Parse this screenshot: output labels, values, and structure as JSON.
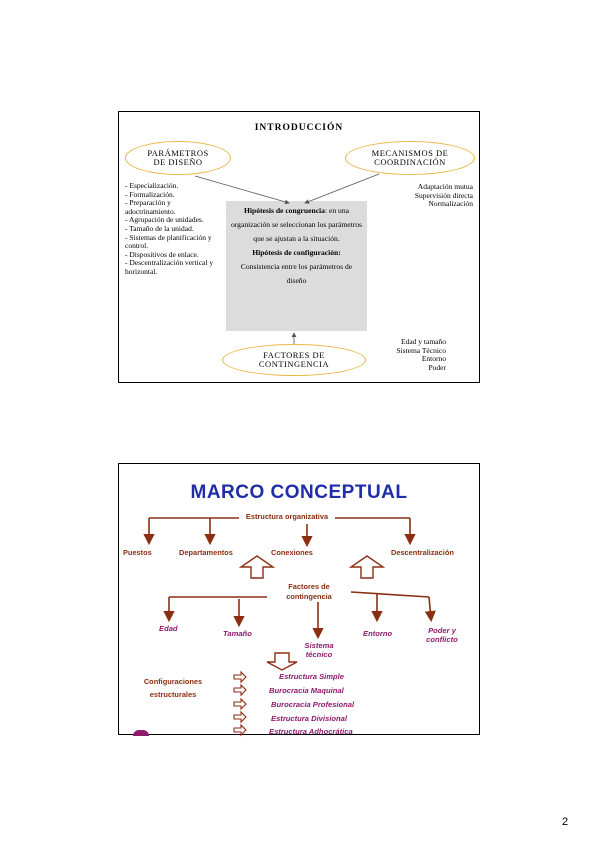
{
  "slide1": {
    "title": "INTRODUCCIÓN",
    "parametros": "PARÁMETROS DE DISEÑO",
    "mecanismos": "MECANISMOS DE COORDINACIÓN",
    "factores": "FACTORES DE CONTINGENCIA",
    "left_list": [
      "- Especialización.",
      "- Formalización.",
      "- Preparación y adoctrinamiento.",
      "- Agrupación de unidades.",
      "- Tamaño de la unidad.",
      "- Sistemas de planificación y control.",
      "- Dispositivos de enlace.",
      "- Descentralización vertical y horizontal."
    ],
    "right_list": [
      "Adaptación mutua",
      "Supervisión directa",
      "Normalización"
    ],
    "bottom_list": [
      "Edad y tamaño",
      "Sistema Técnico",
      "Entorno",
      "Poder"
    ],
    "hyp_congruencia_bold": "Hipótesis de congruencia",
    "hyp_congruencia_text": ": en una organización se seleccionan los parámetros que se ajustan a la situación.",
    "hyp_configuracion_bold": "Hipótesis de configuración",
    "hyp_configuracion_text": "Consistencia entre los parámetros de diseño"
  },
  "slide2": {
    "title": "MARCO CONCEPTUAL",
    "estructura": "Estructura organizativa",
    "top_items": [
      "Puestos",
      "Departamentos",
      "Conexiones",
      "Descentralización"
    ],
    "factores": "Factores de contingencia",
    "factor_items": [
      "Edad",
      "Tamaño",
      "Sistema técnico",
      "Entorno",
      "Poder y conflicto"
    ],
    "configuraciones": "Configuraciones estructurales",
    "config_items": [
      "Estructura Simple",
      "Burocracia Maquinal",
      "Burocracia Profesional",
      "Estructura Divisional",
      "Estructura Adhocrática"
    ],
    "colors": {
      "title": "#1f2ea8",
      "lines": "#8b2e12",
      "items": "#8e1a6b"
    }
  },
  "page_number": "2"
}
